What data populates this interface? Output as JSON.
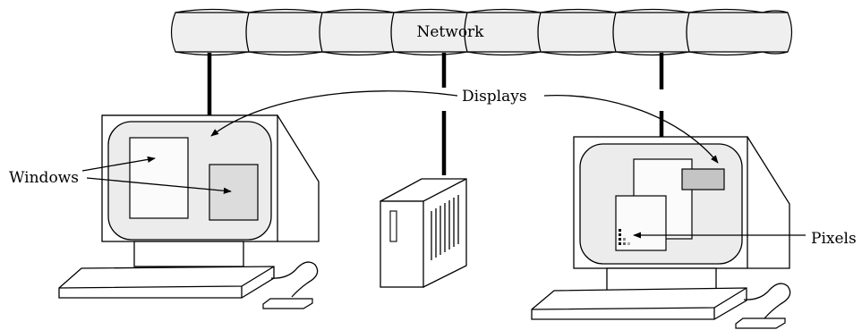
{
  "labels": {
    "network": "Network",
    "displays": "Displays",
    "windows": "Windows",
    "pixels": "Pixels"
  },
  "colors": {
    "background": "#ffffff",
    "network_cloud": "#efefef",
    "screen": "#ececec",
    "window_white": "#fbfbfb",
    "window_gray": "#dcdcdc",
    "window_dark_gray": "#c4c4c4",
    "stroke": "#000000"
  }
}
